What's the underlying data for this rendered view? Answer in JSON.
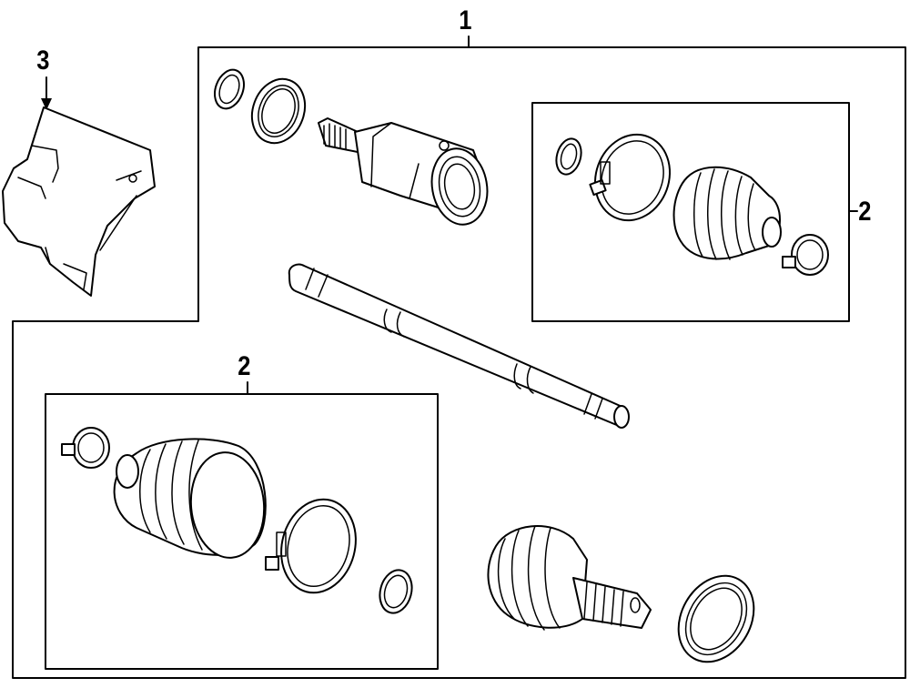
{
  "callouts": {
    "axle_assembly": "1",
    "boot_kit_inner": "2",
    "boot_kit_outer": "2",
    "heat_shield": "3"
  }
}
